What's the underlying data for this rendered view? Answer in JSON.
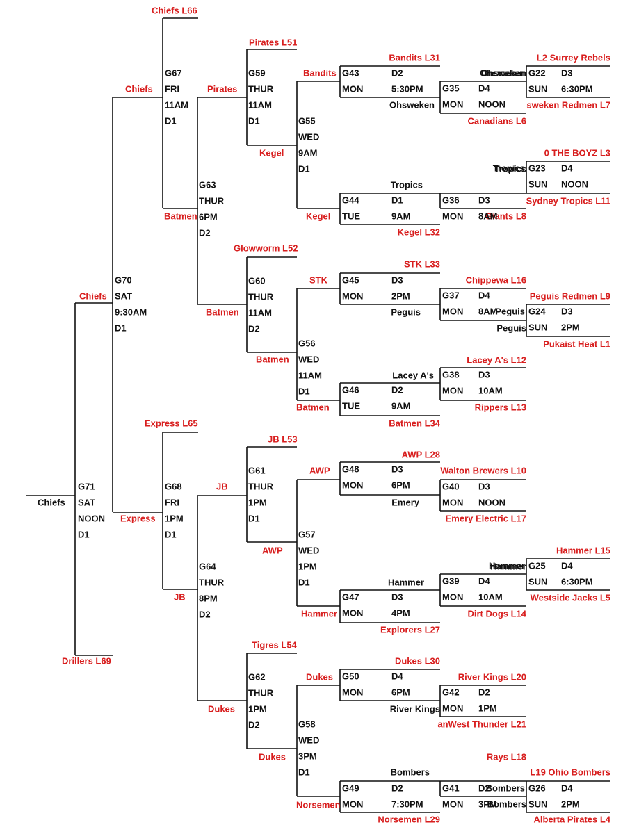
{
  "colors": {
    "ink": "#111111",
    "winner_red": "#d81e1e",
    "background": "#ffffff"
  },
  "games": [
    {
      "id": "G71",
      "day": "SAT",
      "time": "NOON",
      "diamond": "D1",
      "winner": "Chiefs",
      "top": "Chiefs",
      "bottom": "Drillers L69"
    },
    {
      "id": "G70",
      "day": "SAT",
      "time": "9:30AM",
      "diamond": "D1",
      "top": "Chiefs",
      "bottom": "Express"
    },
    {
      "id": "G67",
      "day": "FRI",
      "time": "11AM",
      "diamond": "D1",
      "top": "Chiefs L66",
      "bottom": "Batmen",
      "winner": "Chiefs"
    },
    {
      "id": "G68",
      "day": "FRI",
      "time": "1PM",
      "diamond": "D1",
      "top": "Express L65",
      "bottom": "JB",
      "winner": "Express"
    },
    {
      "id": "G63",
      "day": "THUR",
      "time": "6PM",
      "diamond": "D2",
      "top": "Pirates",
      "bottom": "Batmen"
    },
    {
      "id": "G64",
      "day": "THUR",
      "time": "8PM",
      "diamond": "D2",
      "top": "JB",
      "bottom": "Dukes"
    },
    {
      "id": "G59",
      "day": "THUR",
      "time": "11AM",
      "diamond": "D1",
      "top": "Pirates L51",
      "bottom": "Kegel",
      "winner": "Pirates"
    },
    {
      "id": "G60",
      "day": "THUR",
      "time": "11AM",
      "diamond": "D2",
      "top": "Glowworm L52",
      "bottom": "Batmen",
      "winner": "Batmen"
    },
    {
      "id": "G61",
      "day": "THUR",
      "time": "1PM",
      "diamond": "D1",
      "top": "JB L53",
      "bottom": "AWP",
      "winner": "JB"
    },
    {
      "id": "G62",
      "day": "THUR",
      "time": "1PM",
      "diamond": "D2",
      "top": "Tigres L54",
      "bottom": "Dukes",
      "winner": "Dukes"
    },
    {
      "id": "G55",
      "day": "WED",
      "time": "9AM",
      "diamond": "D1",
      "top": "Bandits",
      "bottom": "Kegel",
      "winner": "Kegel"
    },
    {
      "id": "G56",
      "day": "WED",
      "time": "11AM",
      "diamond": "D1",
      "top": "STK",
      "bottom": "Batmen",
      "winner": "Batmen"
    },
    {
      "id": "G57",
      "day": "WED",
      "time": "1PM",
      "diamond": "D1",
      "top": "AWP",
      "bottom": "Hammer",
      "winner": "AWP"
    },
    {
      "id": "G58",
      "day": "WED",
      "time": "3PM",
      "diamond": "D1",
      "top": "Dukes",
      "bottom": "Norsemen",
      "winner": "Dukes"
    },
    {
      "id": "G43",
      "day": "MON",
      "time": "5:30PM",
      "diamond": "D2",
      "top": "Bandits L31",
      "bottom": "Ohsweken",
      "winner": "Bandits"
    },
    {
      "id": "G44",
      "day": "TUE",
      "time": "9AM",
      "diamond": "D1",
      "top": "Tropics",
      "bottom": "Kegel L32",
      "winner": "Kegel"
    },
    {
      "id": "G45",
      "day": "MON",
      "time": "2PM",
      "diamond": "D3",
      "top": "STK L33",
      "bottom": "Peguis",
      "winner": "STK"
    },
    {
      "id": "G46",
      "day": "TUE",
      "time": "9AM",
      "diamond": "D2",
      "top": "Lacey A's",
      "bottom": "Batmen L34",
      "winner": "Batmen"
    },
    {
      "id": "G48",
      "day": "MON",
      "time": "6PM",
      "diamond": "D3",
      "top": "AWP L28",
      "bottom": "Emery",
      "winner": "AWP"
    },
    {
      "id": "G47",
      "day": "MON",
      "time": "4PM",
      "diamond": "D3",
      "top": "Hammer",
      "bottom": "Explorers L27",
      "winner": "Hammer"
    },
    {
      "id": "G50",
      "day": "MON",
      "time": "6PM",
      "diamond": "D4",
      "top": "Dukes L30",
      "bottom": "River Kings",
      "winner": "Dukes"
    },
    {
      "id": "G49",
      "day": "MON",
      "time": "7:30PM",
      "diamond": "D2",
      "top": "Bombers",
      "bottom": "Norsemen L29",
      "winner": "Norsemen"
    },
    {
      "id": "G35",
      "day": "MON",
      "time": "NOON",
      "diamond": "D4",
      "top": "Ohsweken",
      "bottom": "Canadians L6"
    },
    {
      "id": "G36",
      "day": "MON",
      "time": "8AM",
      "diamond": "D3",
      "top": "Tropics",
      "bottom": "Giants L8"
    },
    {
      "id": "G37",
      "day": "MON",
      "time": "8AM",
      "diamond": "D4",
      "top": "Chippewa L16",
      "bottom": "Peguis"
    },
    {
      "id": "G38",
      "day": "MON",
      "time": "10AM",
      "diamond": "D3",
      "top": "Lacey A's L12",
      "bottom": "Rippers L13"
    },
    {
      "id": "G40",
      "day": "MON",
      "time": "NOON",
      "diamond": "D3",
      "top": "Walton Brewers L10",
      "bottom": "Emery Electric L17"
    },
    {
      "id": "G39",
      "day": "MON",
      "time": "10AM",
      "diamond": "D4",
      "top": "Hammer",
      "bottom": "Dirt Dogs L14"
    },
    {
      "id": "G42",
      "day": "MON",
      "time": "1PM",
      "diamond": "D2",
      "top": "River Kings L20",
      "bottom": "anWest Thunder L21"
    },
    {
      "id": "G41",
      "day": "MON",
      "time": "3PM",
      "diamond": "D2",
      "top": "Rays L18",
      "bottom": "Bombers"
    },
    {
      "id": "G22",
      "day": "SUN",
      "time": "6:30PM",
      "diamond": "D3",
      "top": "L2 Surrey Rebels",
      "bottom": "sweken Redmen L7",
      "winner": "Ohsweken"
    },
    {
      "id": "G23",
      "day": "SUN",
      "time": "NOON",
      "diamond": "D4",
      "top": "0 THE BOYZ L3",
      "bottom": "Sydney Tropics L11",
      "winner": "Tropics"
    },
    {
      "id": "G24",
      "day": "SUN",
      "time": "2PM",
      "diamond": "D3",
      "top": "Peguis Redmen L9",
      "bottom": "Pukaist Heat L1",
      "winner": "Peguis"
    },
    {
      "id": "G25",
      "day": "SUN",
      "time": "6:30PM",
      "diamond": "D4",
      "top": "Hammer L15",
      "bottom": "Westside Jacks L5",
      "winner": "Hammer"
    },
    {
      "id": "G26",
      "day": "SUN",
      "time": "2PM",
      "diamond": "D4",
      "top": "L19 Ohio Bombers",
      "bottom": "Alberta Pirates L4",
      "winner": "Bombers"
    }
  ]
}
